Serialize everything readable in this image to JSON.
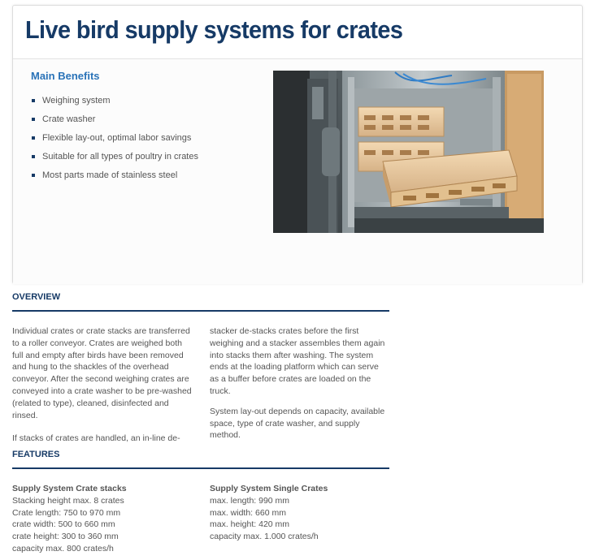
{
  "header": {
    "title": "Live bird supply systems for crates"
  },
  "benefits": {
    "heading": "Main Benefits",
    "items": [
      "Weighing system",
      "Crate washer",
      "Flexible lay-out, optimal labor savings",
      "Suitable for all types of poultry in crates",
      "Most parts made of stainless steel"
    ]
  },
  "overview": {
    "heading": "OVERVIEW",
    "col1": [
      "Individual crates or crate stacks are transferred to a roller conveyor. Crates are weighed both full and empty after birds have been removed and hung to the shackles of the overhead conveyor. After the second weighing crates are conveyed into a crate washer to be pre-washed (related to type), cleaned, disinfected and rinsed.",
      "If stacks of crates are handled, an in-line de-"
    ],
    "col2": [
      "stacker de-stacks crates before the first weighing and a stacker assembles them again into stacks them after washing. The system ends at the loading platform which can serve as a buffer before crates are loaded on the truck.",
      "System lay-out depends on capacity, available space, type of crate washer, and supply method."
    ]
  },
  "features": {
    "heading": "FEATURES",
    "stacks": {
      "title": "Supply System Crate stacks",
      "lines": [
        "Stacking height max. 8 crates",
        "Crate length: 750 to 970 mm",
        "crate width: 500 to 660 mm",
        "crate height: 300 to 360 mm",
        "capacity max. 800 crates/h"
      ]
    },
    "single": {
      "title": "Supply System Single Crates",
      "lines": [
        "max. length: 990 mm",
        "max. width: 660 mm",
        "max. height: 420 mm",
        "capacity max. 1.000 crates/h"
      ]
    }
  },
  "colors": {
    "title": "#163a66",
    "accent_blue": "#2a73b8",
    "body_text": "#555555"
  }
}
